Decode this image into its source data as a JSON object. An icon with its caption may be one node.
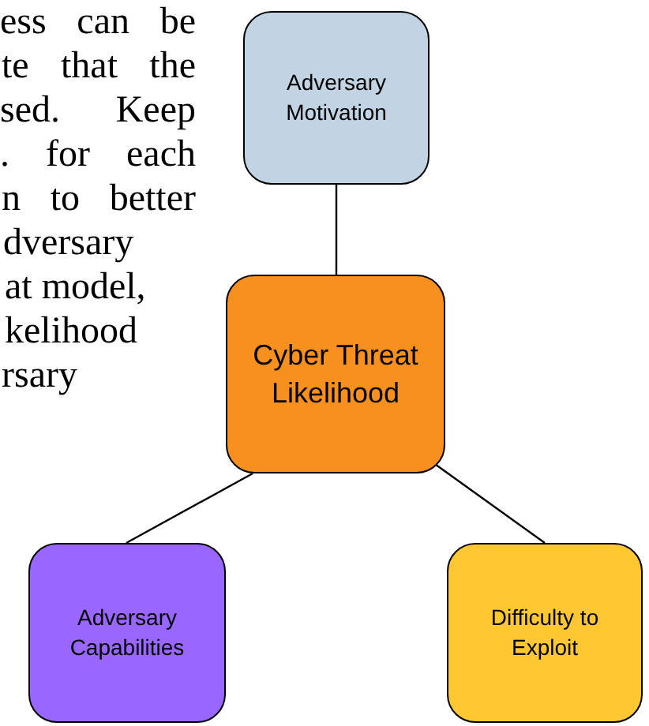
{
  "diagram": {
    "nodes": [
      {
        "text": [
          "Adversary Motivation"
        ]
      },
      {
        "text": [
          "Cyber Threat Likelihood"
        ]
      },
      {
        "text": [
          "Adversary Capabilities"
        ]
      },
      {
        "text": [
          "Difficulty to Exploit"
        ]
      }
    ],
    "edges": [
      {
        "from": 0,
        "to": 1,
        "arrow": "none"
      },
      {
        "from": 1,
        "to": 2,
        "arrow": "none"
      },
      {
        "from": 1,
        "to": 3,
        "arrow": "none"
      }
    ],
    "labels": [
      "ess can be",
      "te that the",
      "sed. Keep",
      ". for each",
      "n to better",
      "dversary",
      "at model,",
      "kelihood",
      "rsary"
    ]
  }
}
